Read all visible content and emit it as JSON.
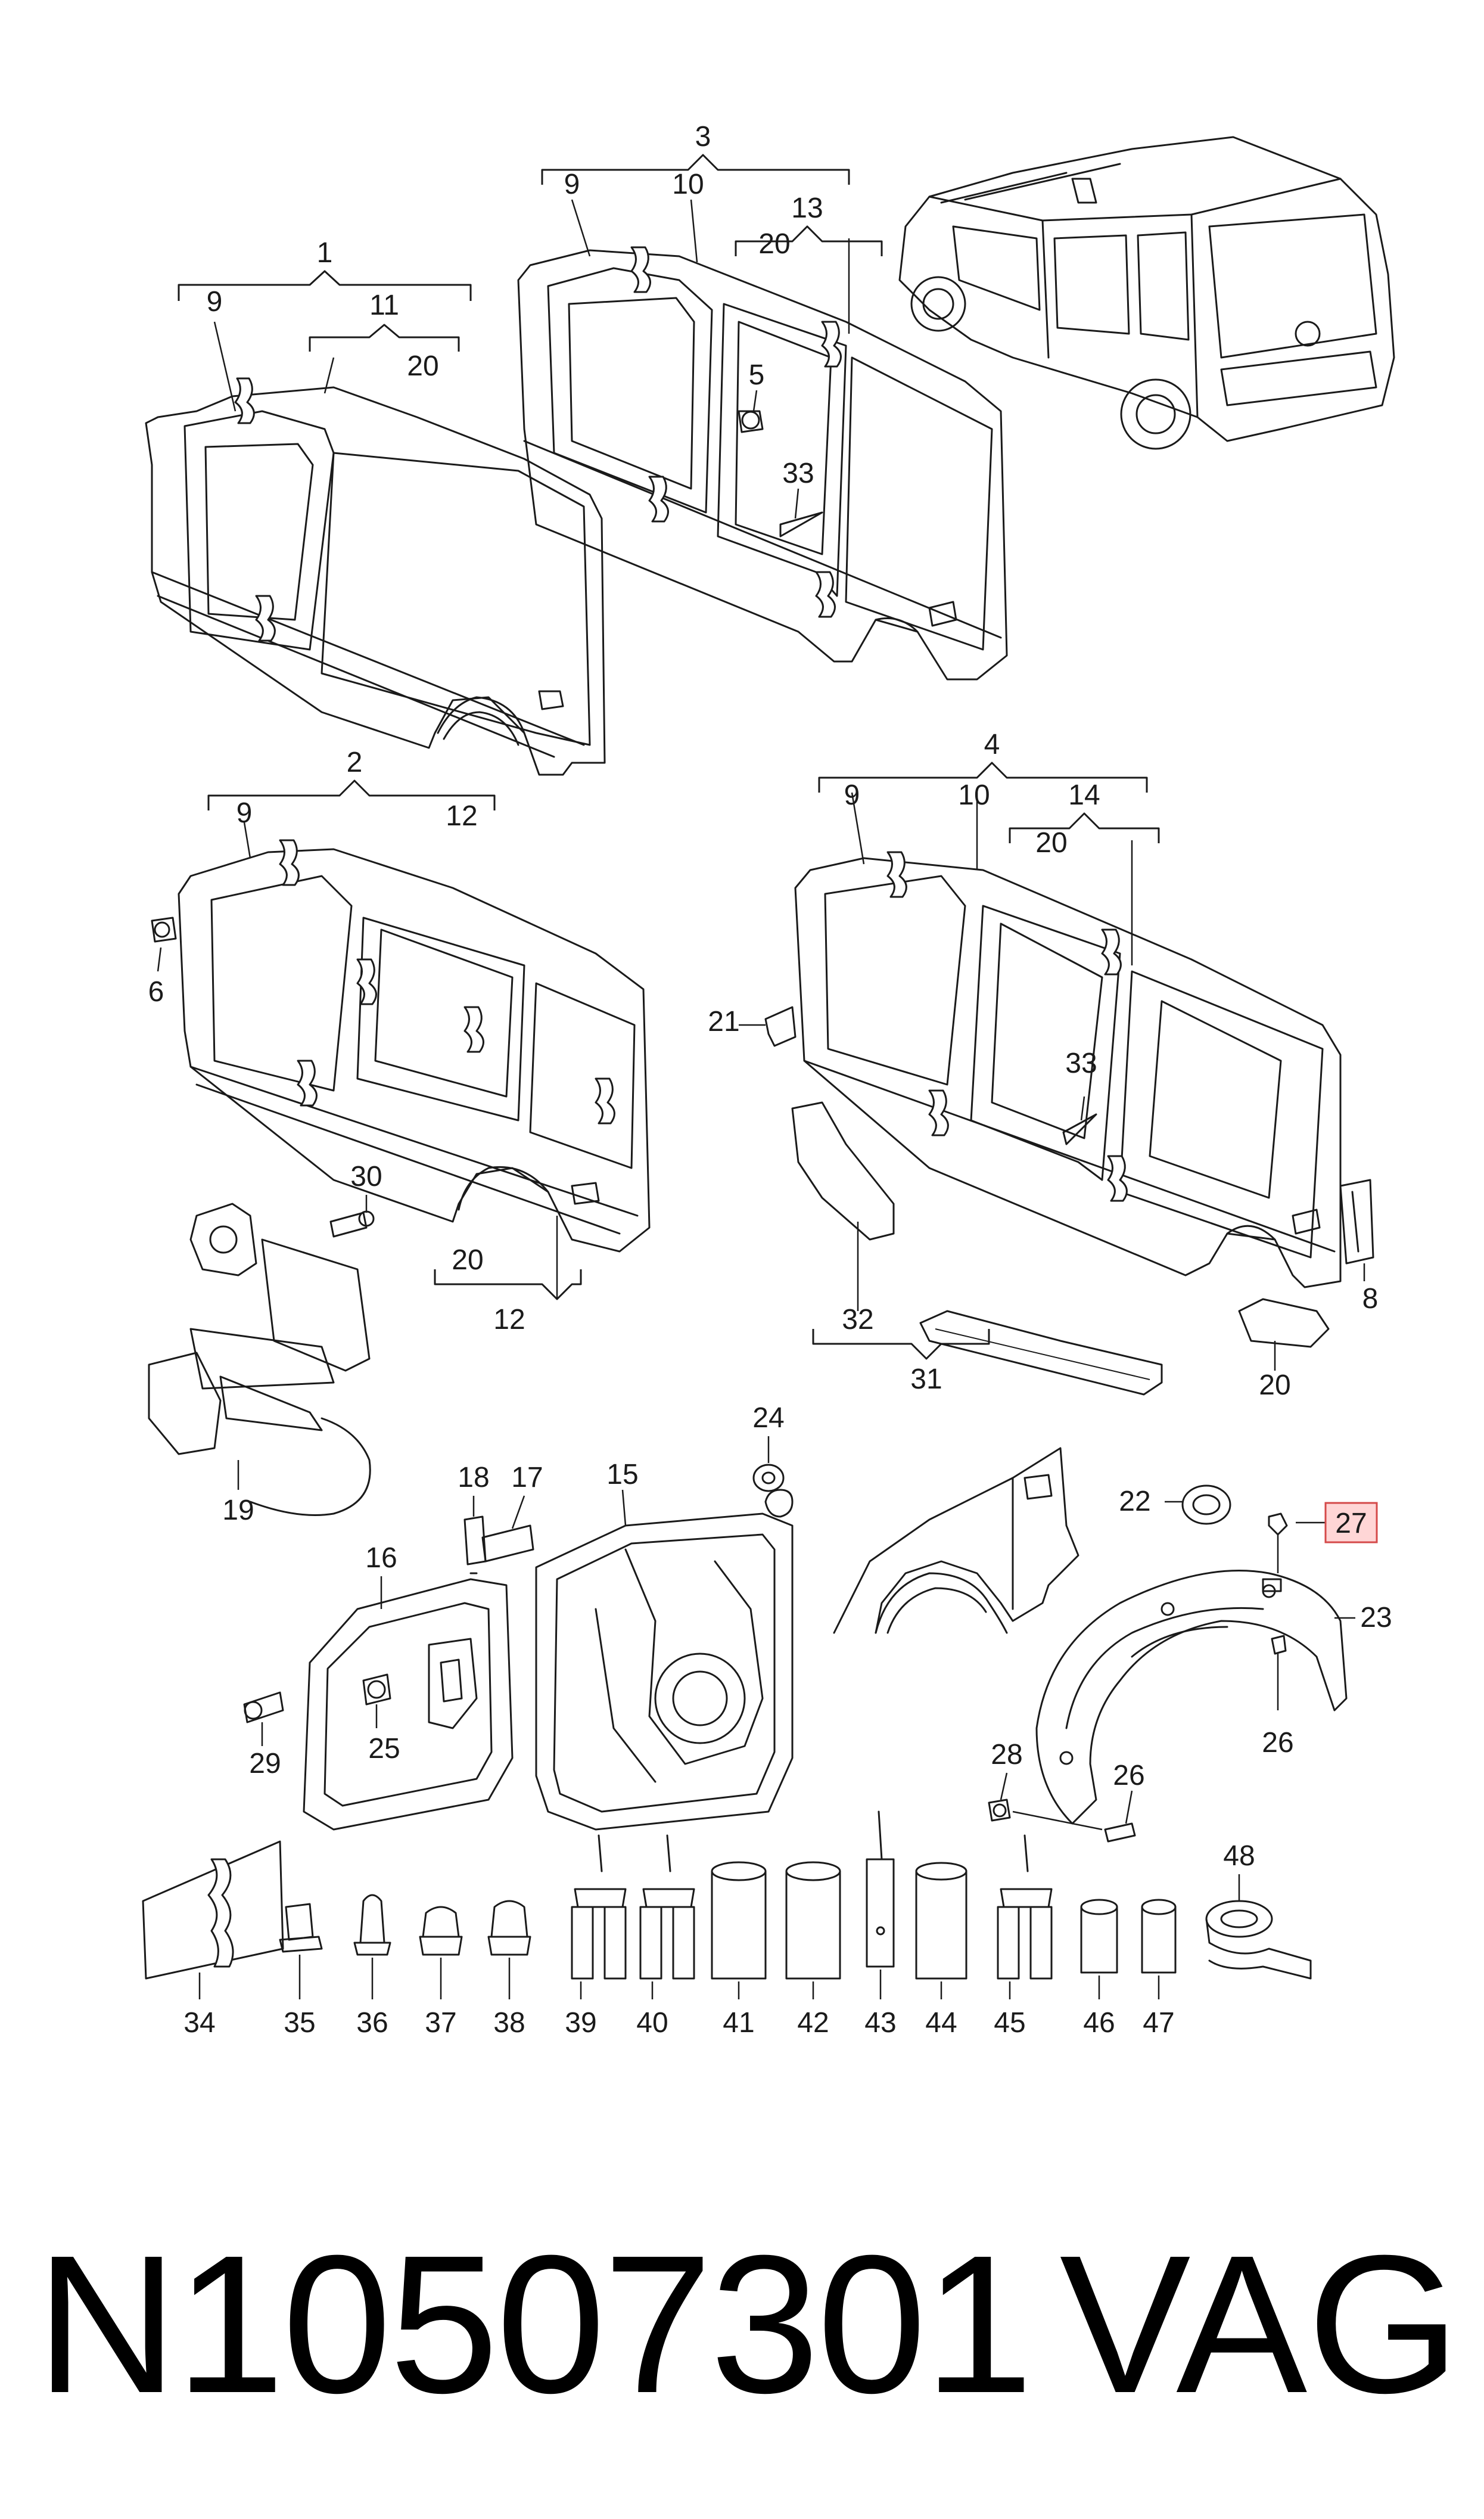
{
  "callouts": {
    "c1": "1",
    "c2": "2",
    "c3": "3",
    "c4": "4",
    "c5": "5",
    "c6": "6",
    "c8": "8",
    "c9a": "9",
    "c9b": "9",
    "c9c": "9",
    "c9d": "9",
    "c10a": "10",
    "c10b": "10",
    "c11": "11",
    "c12a": "12",
    "c12b": "12",
    "c13": "13",
    "c14": "14",
    "c15": "15",
    "c16": "16",
    "c17": "17",
    "c18": "18",
    "c19": "19",
    "c20a": "20",
    "c20b": "20",
    "c20c": "20",
    "c20d": "20",
    "c20e": "20",
    "c21": "21",
    "c22": "22",
    "c23": "23",
    "c24": "24",
    "c25": "25",
    "c26a": "26",
    "c26b": "26",
    "c27": "27",
    "c28": "28",
    "c29": "29",
    "c30": "30",
    "c31": "31",
    "c32": "32",
    "c33a": "33",
    "c33b": "33",
    "c34": "34",
    "c35": "35",
    "c36": "36",
    "c37": "37",
    "c38": "38",
    "c39": "39",
    "c40": "40",
    "c41": "41",
    "c42": "42",
    "c43": "43",
    "c44": "44",
    "c45": "45",
    "c46": "46",
    "c47": "47",
    "c48": "48"
  },
  "highlighted_callout": "27",
  "colors": {
    "line": "#1a1a1a",
    "highlight_fill": "#ffd6d6",
    "highlight_stroke": "#d44a4a"
  },
  "footer": {
    "part_number": "N10507301",
    "brand": "VAG"
  }
}
